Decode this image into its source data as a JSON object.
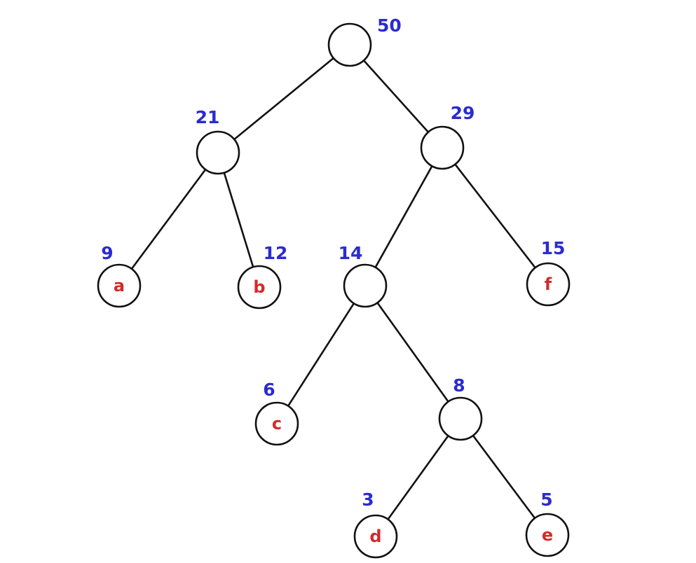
{
  "colors": {
    "weight": "#2b2bd0",
    "leaf": "#d42a2a",
    "line": "#111111",
    "background": "#ffffff"
  },
  "tree": {
    "nodes": [
      {
        "id": "root",
        "weight": "50",
        "leaf": ""
      },
      {
        "id": "n21",
        "weight": "21",
        "leaf": ""
      },
      {
        "id": "n29",
        "weight": "29",
        "leaf": ""
      },
      {
        "id": "a",
        "weight": "9",
        "leaf": "a"
      },
      {
        "id": "b",
        "weight": "12",
        "leaf": "b"
      },
      {
        "id": "n14",
        "weight": "14",
        "leaf": ""
      },
      {
        "id": "f",
        "weight": "15",
        "leaf": "f"
      },
      {
        "id": "c",
        "weight": "6",
        "leaf": "c"
      },
      {
        "id": "n8",
        "weight": "8",
        "leaf": ""
      },
      {
        "id": "d",
        "weight": "3",
        "leaf": "d"
      },
      {
        "id": "e",
        "weight": "5",
        "leaf": "e"
      }
    ],
    "edges": [
      [
        "root",
        "n21"
      ],
      [
        "root",
        "n29"
      ],
      [
        "n21",
        "a"
      ],
      [
        "n21",
        "b"
      ],
      [
        "n29",
        "n14"
      ],
      [
        "n29",
        "f"
      ],
      [
        "n14",
        "c"
      ],
      [
        "n14",
        "n8"
      ],
      [
        "n8",
        "d"
      ],
      [
        "n8",
        "e"
      ]
    ]
  }
}
